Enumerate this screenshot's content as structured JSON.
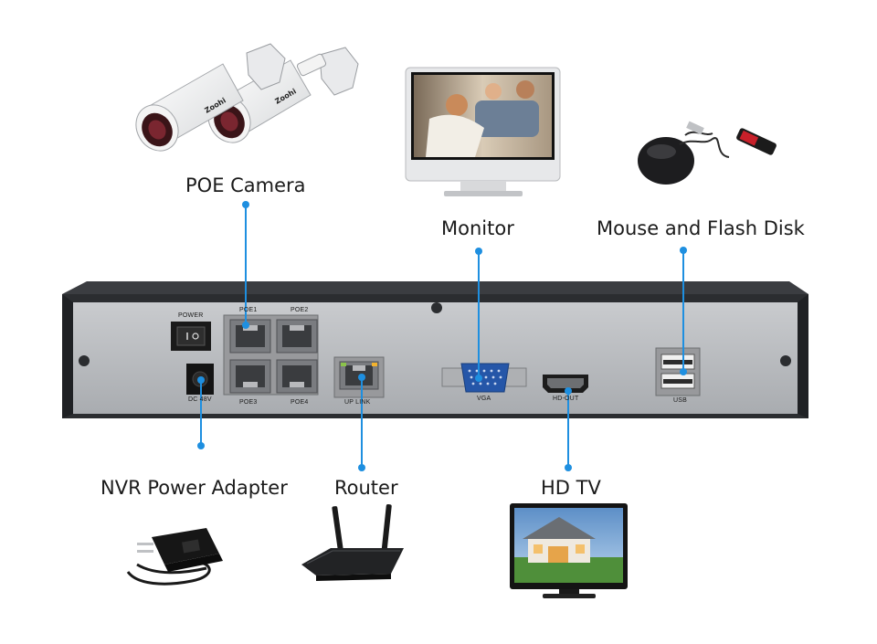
{
  "labels": {
    "poe_camera": "POE Camera",
    "monitor": "Monitor",
    "mouse_flash": "Mouse and Flash Disk",
    "nvr_power": "NVR Power Adapter",
    "router": "Router",
    "hd_tv": "HD TV"
  },
  "panel": {
    "power": "POWER",
    "poe1": "POE1",
    "poe2": "POE2",
    "poe3": "POE3",
    "poe4": "POE4",
    "dc": "DC 48V",
    "uplink": "UP LINK",
    "vga": "VGA",
    "hdout": "HD-OUT",
    "usb": "USB"
  },
  "camera_brand": "Zoohi",
  "colors": {
    "connector": "#1e8fe0",
    "chassis": "#2b2d30",
    "panel": "#b9bcbf"
  },
  "icons": [
    "camera-icon",
    "monitor-icon",
    "mouse-icon",
    "flash-disk-icon",
    "power-adapter-icon",
    "router-icon",
    "tv-icon"
  ]
}
